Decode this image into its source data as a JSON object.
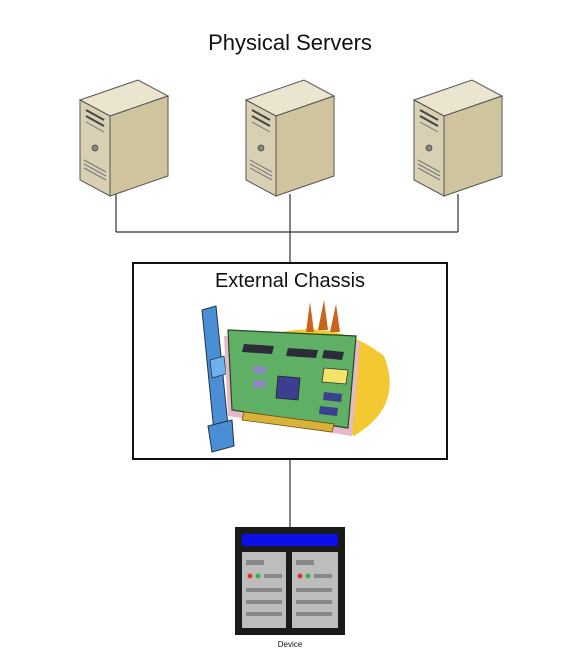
{
  "diagram": {
    "title": "Physical Servers",
    "chassis_label": "External Chassis",
    "device_label": "Device"
  },
  "icons": {
    "server": "server-tower-icon",
    "card": "pcie-card-icon",
    "device": "device-icon"
  }
}
